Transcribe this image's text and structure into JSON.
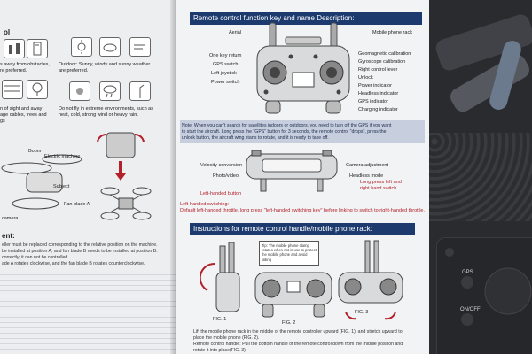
{
  "left_page": {
    "fragments": [
      "ol",
      "ent:"
    ],
    "icon_captions": [
      "s away from obstacles,",
      "re preferred.",
      "n of sight and away",
      "age cables, trees and",
      "gs",
      "Outdoor: Sunny, windy and sunny weather",
      "are preferred.",
      "Do not fly in extreme environments, such as",
      "heat, cold, strong wind or heavy rain."
    ],
    "drone_labels": [
      "Boom",
      "Electric machine",
      "Subject",
      "Fan blade A",
      "camera"
    ],
    "body_lines": [
      "eller must be replaced corresponding to the relative position on the machine.",
      "be installed at position A, and fan blade B needs to be installed at position B.",
      "correctly, it can not be controlled.",
      "ade A rotates clockwise, and the fan blade B rotates counterclockwise."
    ]
  },
  "right_page": {
    "banner_title": "Remote control function key and name Description:",
    "labels_left": [
      "Aerial",
      "One key return",
      "GPS switch",
      "Left joystick",
      "Power switch"
    ],
    "labels_right": [
      "Mobile phone rack",
      "Geomagnetic calibration",
      "Gyroscope calibration",
      "Right control lever",
      "Unlock",
      "Power indicator",
      "Headless indicator",
      "GPS indicator",
      "Charging indicator"
    ],
    "note_lines": [
      "Note: When you can't search for satellites indoors or outdoors, you need to turn off the GPS if you want",
      "to start the aircraft. Long press the \"GPS\" button for 3 seconds, the remote control \"drops\", press the",
      "unlock button, the aircraft wing starts to rotate, and it is ready to take off."
    ],
    "labels_front_left": [
      "Velocity conversion",
      "Photo/video",
      "Left-handed button"
    ],
    "labels_front_right": [
      "Camera adjustment",
      "Headless mode",
      "Long press left and",
      "right hand switch"
    ],
    "switch_caption_title": "Left-handed switching:",
    "switch_caption_text": "Default left-handed throttle, long press \"left-handed switching key\" before linking to switch to right-handed throttle.",
    "banner_title_2": "Instructions for remote control handle/mobile phone rack:",
    "tip_text": "Tip: The mobile phone clamp rotates when not in use to protect the mobile phone and avoid falling",
    "fig_labels": [
      "FIG. 1",
      "FIG. 2",
      "FIG. 3"
    ],
    "instructions": [
      "Lift the mobile phone rack in the middle of the remote controller upward (FIG. 1), and stretch upward to",
      "place the mobile phone (FIG. 2).",
      "Remote control handle: Pull the bottom handle of the remote control down from the middle position and",
      "rotate it into place(FIG. 3)"
    ]
  },
  "controller_buttons": [
    "GPS",
    "ON/OFF"
  ],
  "colors": {
    "banner": "#1c3a6e",
    "note_bg": "#c7cfdf",
    "red_text": "#b2202a",
    "page": "#f2f3f4"
  }
}
